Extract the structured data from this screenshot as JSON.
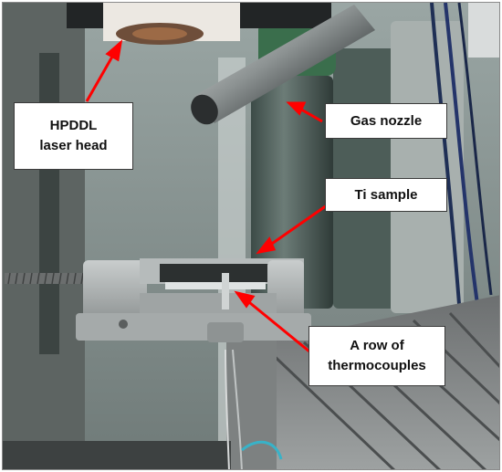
{
  "photo": {
    "subject": "laser deposition test rig photograph",
    "arrow_color": "#ff0000"
  },
  "labels": {
    "laser_head": {
      "line1": "HPDDL",
      "line2": "laser head"
    },
    "gas_nozzle": {
      "line1": "Gas nozzle"
    },
    "ti_sample": {
      "line1": "Ti sample"
    },
    "thermocouples": {
      "line1": "A row of",
      "line2": "thermocouples"
    }
  }
}
